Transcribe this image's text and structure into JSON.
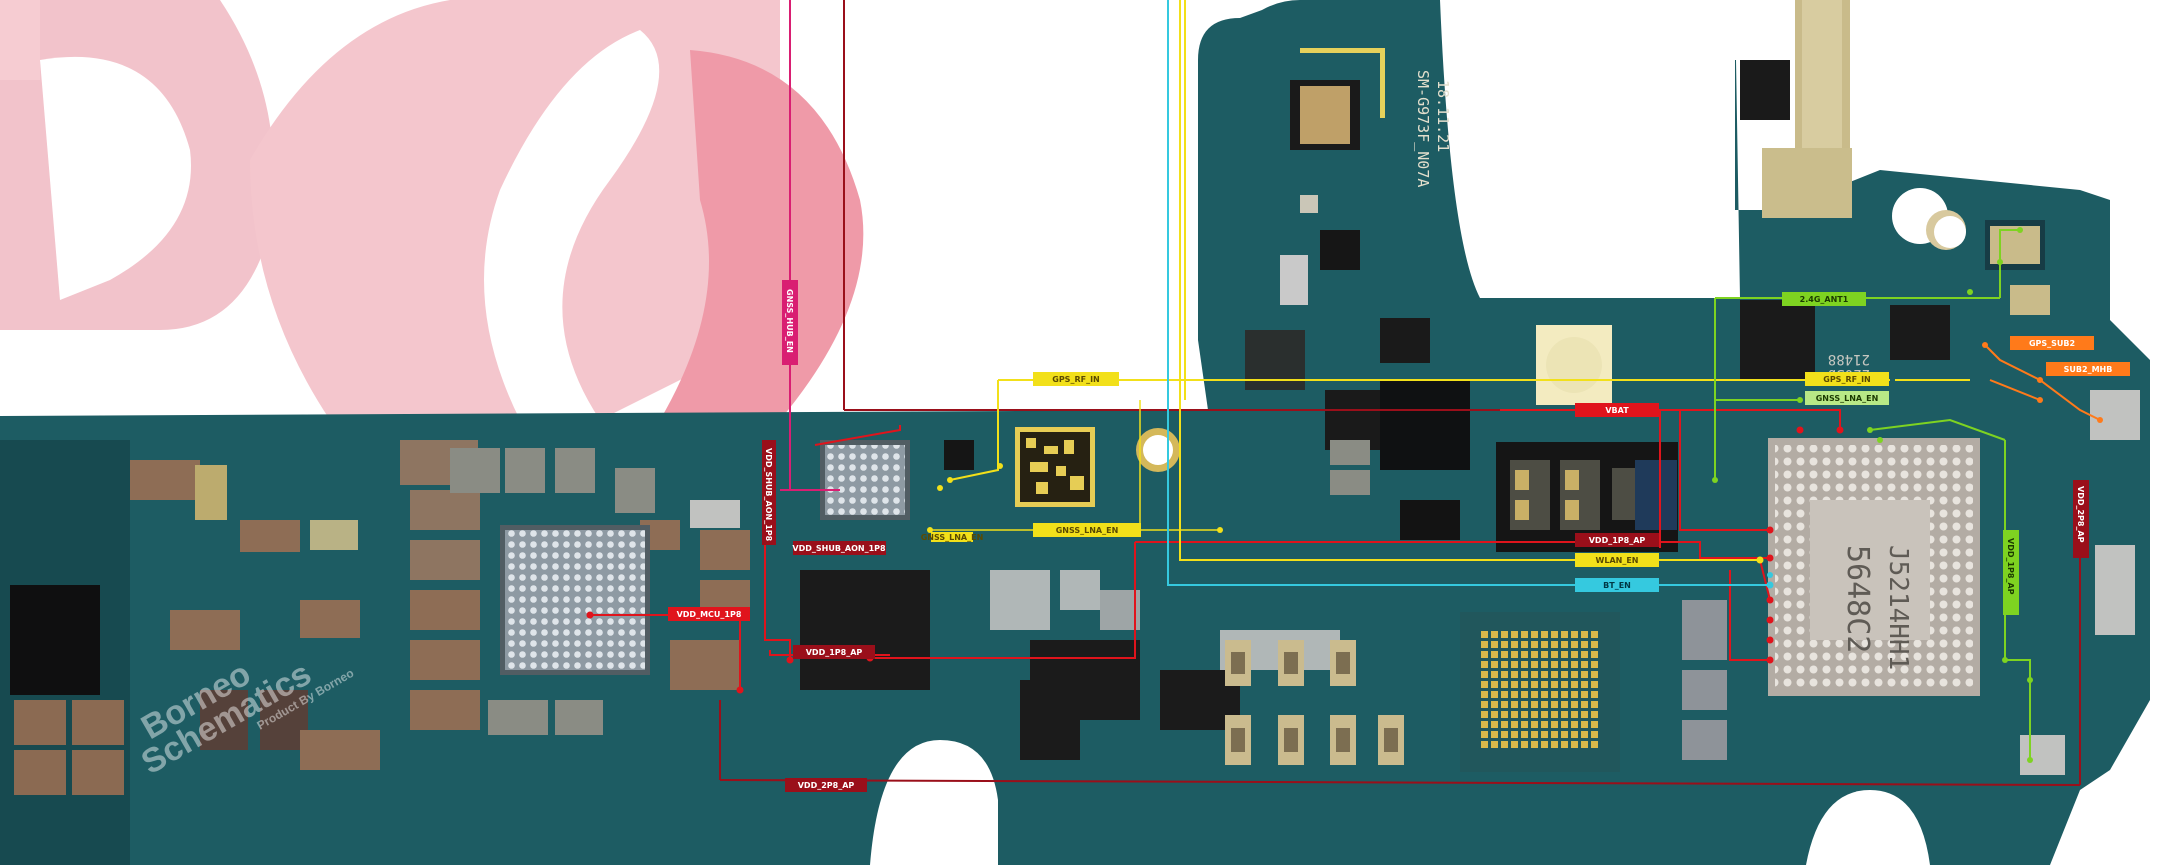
{
  "board": {
    "model_silk": "SM-G973F_N07A",
    "date_silk": "18.11.21"
  },
  "chips": {
    "big_chip_line1": "5648C2",
    "big_chip_line2": "J5214HH1",
    "rf_chip_line1": "21488",
    "rf_chip_line2": "2203b"
  },
  "watermark": {
    "line1": "Borneo",
    "line2": "Schematics",
    "line3": "Product By Borneo"
  },
  "nets": {
    "gnss_hub_en": "GNSS_HUB_EN",
    "vdd_shub_aon_1p8_v": "VDD_SHUB_AON_1P8",
    "vdd_shub_aon_1p8": "VDD_SHUB_AON_1P8",
    "vdd_mcu_1p8": "VDD_MCU_1P8",
    "vdd_1p8_ap_left": "VDD_1P8_AP",
    "vdd_2p8_ap_bottom": "VDD_2P8_AP",
    "gps_rf_in_left": "GPS_RF_IN",
    "gnss_lna_en_left": "GNSS_LNA_EN",
    "gnss_lna_en_small": "GNSS_LNA_EN",
    "vbat": "VBAT",
    "vdd_1p8_ap_right": "VDD_1P8_AP",
    "wlan_en": "WLAN_EN",
    "bt_en": "BT_EN",
    "ant_2_4g": "2.4G_ANT1",
    "gps_rf_in_right": "GPS_RF_IN",
    "gnss_lna_en_right": "GNSS_LNA_EN",
    "gps_sub2": "GPS_SUB2",
    "sub2_mhb": "SUB2_MHB",
    "vdd_2p8_ap_right": "VDD_2P8_AP",
    "green_vertical": "VDD_1P8_AP"
  },
  "colors": {
    "pcb": "#1d5c63",
    "pcb_dark": "#134349",
    "red_net": "#e0141c",
    "yellow_net": "#f2e01a",
    "cyan_net": "#35c9df",
    "green_net": "#7ed321",
    "orange_net": "#ff7a1a",
    "magenta_net": "#d91e72",
    "dark_red_net": "#9a0f1a",
    "watermark_pink": "#f2b6c0"
  }
}
